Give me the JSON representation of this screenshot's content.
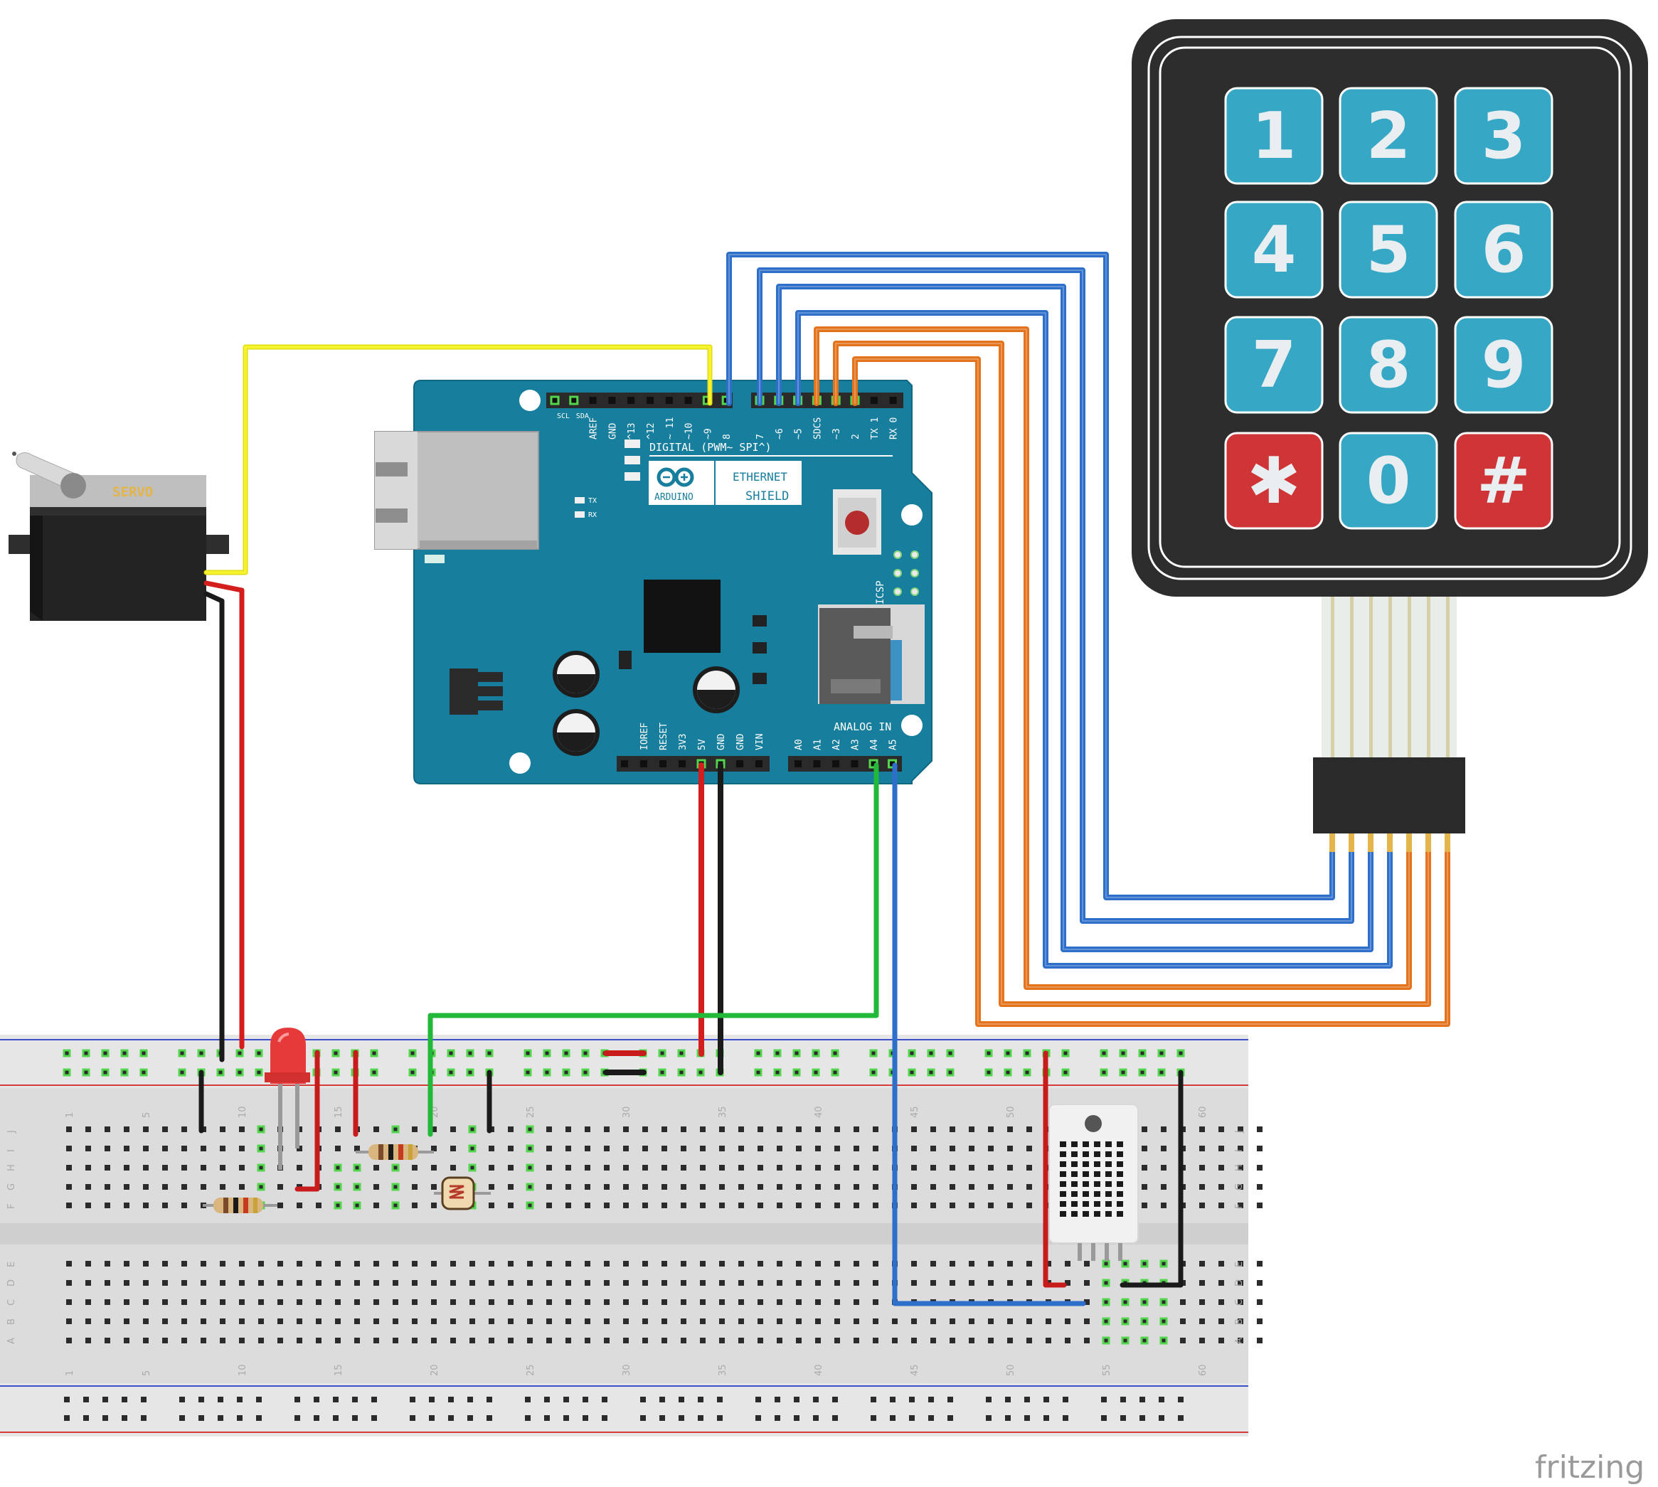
{
  "servo": {
    "label": "SERVO"
  },
  "shield": {
    "brand": "ARDUINO",
    "title_line1": "ETHERNET",
    "title_line2": "SHIELD",
    "digital_header": "DIGITAL (PWM~ SPI^)",
    "analog_header": "ANALOG IN",
    "icsp": "ICSP",
    "tx": "TX",
    "rx": "RX",
    "top_pin_labels": [
      "SCL",
      "SDA",
      "AREF",
      "GND",
      "^13",
      "^12",
      "~ 11",
      "~10",
      "~9",
      "8",
      "7",
      "~6",
      "~5",
      "SDCS",
      "~3",
      "2",
      "TX 1",
      "RX 0"
    ],
    "power_pin_labels": [
      "IOREF",
      "RESET",
      "3V3",
      "5V",
      "GND",
      "GND",
      "VIN"
    ],
    "analog_pin_labels": [
      "A0",
      "A1",
      "A2",
      "A3",
      "A4",
      "A5"
    ]
  },
  "keypad": {
    "keys": [
      "1",
      "2",
      "3",
      "4",
      "5",
      "6",
      "7",
      "8",
      "9",
      "✱",
      "0",
      "#"
    ],
    "colors": {
      "numeric": "#37a7c6",
      "special": "#cf3437",
      "body": "#2d2d2d"
    }
  },
  "breadboard": {
    "column_numbers": [
      "1",
      "5",
      "10",
      "15",
      "20",
      "25",
      "30",
      "35",
      "40",
      "45",
      "50",
      "55",
      "60"
    ],
    "row_letters_top": [
      "J",
      "I",
      "H",
      "G",
      "F"
    ],
    "row_letters_bottom": [
      "E",
      "D",
      "C",
      "B",
      "A"
    ]
  },
  "wire_colors": {
    "yellow": "#f2ee12",
    "red": "#d41e1e",
    "black": "#1a1a1a",
    "blue": "#2d6fc9",
    "orange": "#e3731c",
    "green": "#22b83a"
  },
  "watermark": "fritzing"
}
